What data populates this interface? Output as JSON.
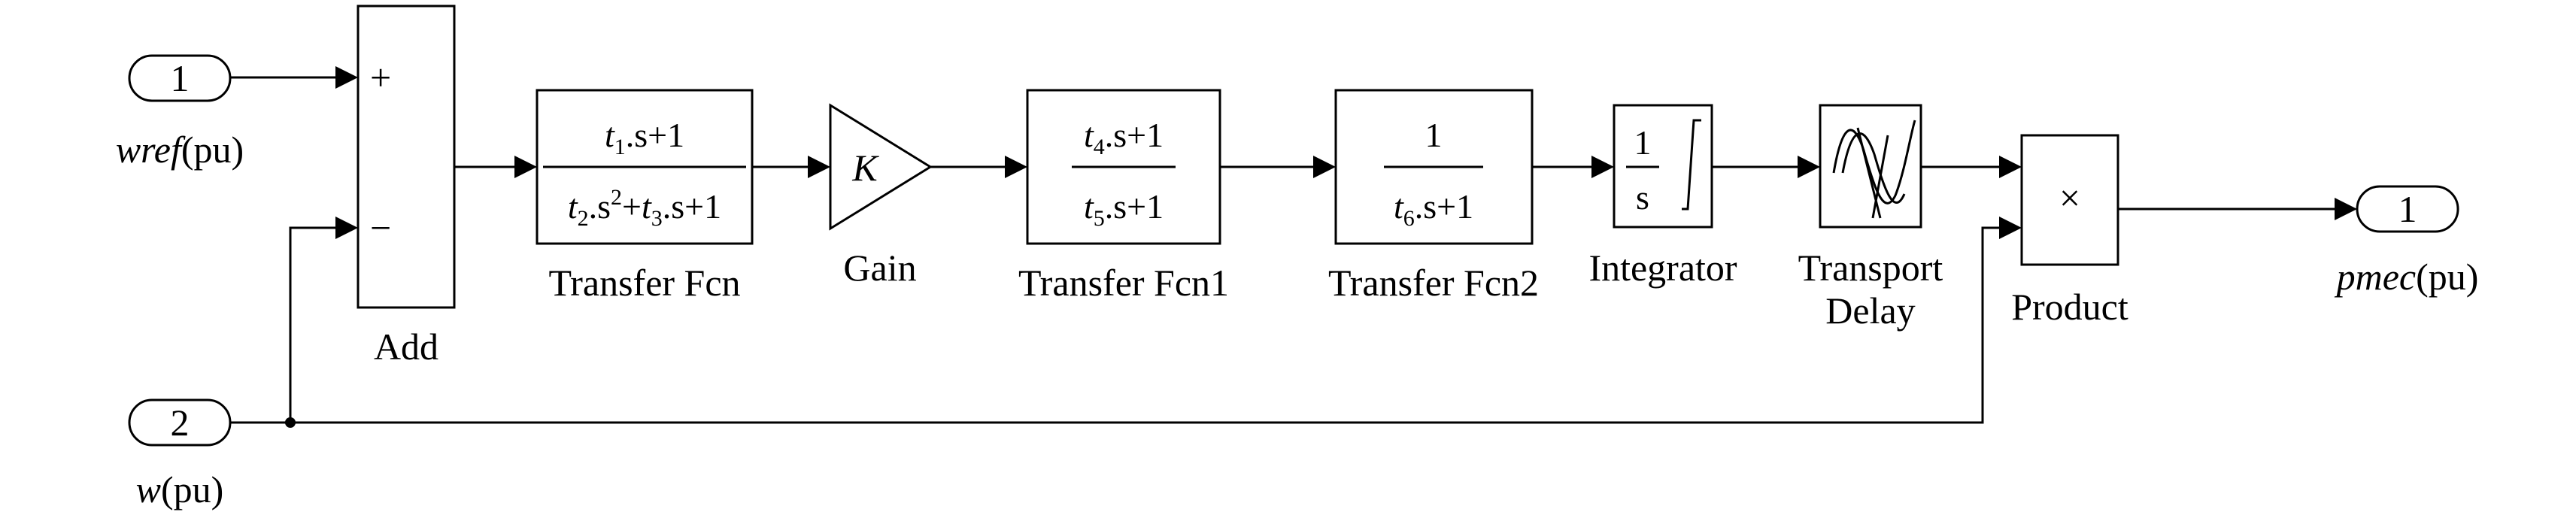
{
  "ports": {
    "in1": {
      "number": "1",
      "name_italic": "wref",
      "name_paren": "(pu)"
    },
    "in2": {
      "number": "2",
      "name_italic": "w",
      "name_paren": "(pu)"
    },
    "out1": {
      "number": "1",
      "name_italic": "pmec",
      "name_paren": "(pu)"
    }
  },
  "add": {
    "label": "Add",
    "sign1": "+",
    "sign2": "−"
  },
  "tf1": {
    "label": "Transfer Fcn",
    "num": {
      "t": "t",
      "sub": "1",
      "rest": ".s+1"
    },
    "den": {
      "t2": "t",
      "sub2": "2",
      "mid2": ".s",
      "sup": "2",
      "plus": "+",
      "t3": "t",
      "sub3": "3",
      "rest": ".s+1"
    }
  },
  "gain": {
    "label": "Gain",
    "symbol": "K"
  },
  "tf2": {
    "label": "Transfer Fcn1",
    "num": {
      "t": "t",
      "sub": "4",
      "rest": ".s+1"
    },
    "den": {
      "t": "t",
      "sub": "5",
      "rest": ".s+1"
    }
  },
  "tf3": {
    "label": "Transfer Fcn2",
    "num": "1",
    "den": {
      "t": "t",
      "sub": "6",
      "rest": ".s+1"
    }
  },
  "integrator": {
    "label": "Integrator",
    "num": "1",
    "den": "s"
  },
  "delay": {
    "label_line1": "Transport",
    "label_line2": "Delay"
  },
  "product": {
    "label": "Product",
    "symbol": "×"
  }
}
